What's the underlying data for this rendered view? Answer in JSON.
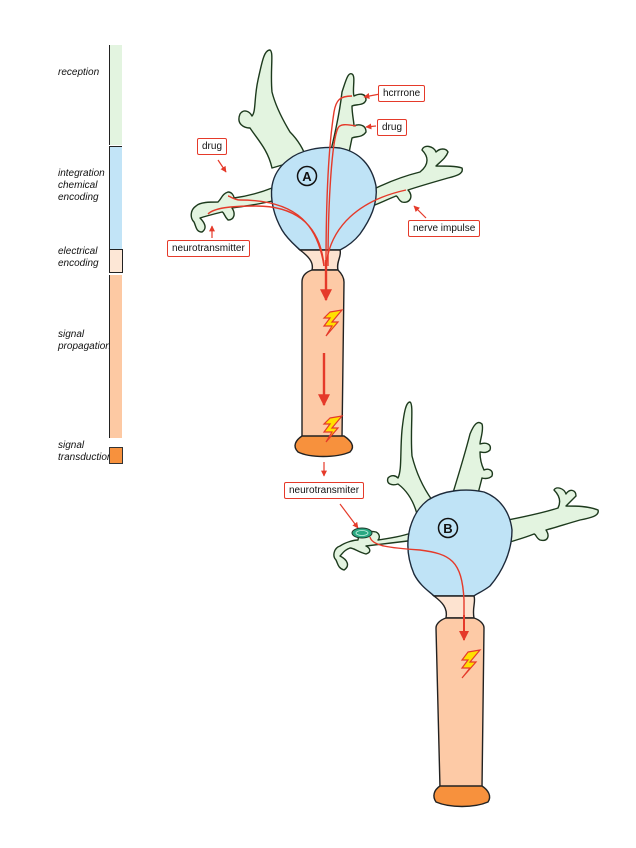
{
  "stages": [
    {
      "name": "reception",
      "label": "reception",
      "color": "#e3f4e0"
    },
    {
      "name": "integration",
      "label": "integration chemical encoding",
      "line1": "integration",
      "line2": "chemical",
      "line3": "encoding",
      "color": "#c2e4f7"
    },
    {
      "name": "electrical",
      "label": "electrical encoding",
      "line1": "electrical",
      "line2": "encoding",
      "color": "#fde7d6"
    },
    {
      "name": "propagation",
      "label": "signal propagation",
      "line1": "signal",
      "line2": "propagation",
      "color": "#fdc9a3"
    },
    {
      "name": "transduction",
      "label": "signal transduction",
      "line1": "signal",
      "line2": "transduction",
      "color": "#f7913d"
    }
  ],
  "neuron_a": {
    "marker": "A",
    "labels": {
      "hormone": "hcrrrone",
      "drug_right": "drug",
      "drug_left": "drug",
      "neurotransmitter": "neurotransmitter",
      "nerve_impulse": "nerve impulse"
    }
  },
  "between": {
    "neurotransmitter": "neurotransmiter"
  },
  "neuron_b": {
    "marker": "B"
  },
  "colors": {
    "dendrite": "#e3f4e0",
    "soma": "#bfe3f6",
    "axon": "#fdcaa6",
    "hillock": "#fde3d0",
    "terminal": "#f7913d",
    "signal": "#e53a2a",
    "bolt_fill": "#ffe000",
    "receptor": "#2aa882"
  }
}
